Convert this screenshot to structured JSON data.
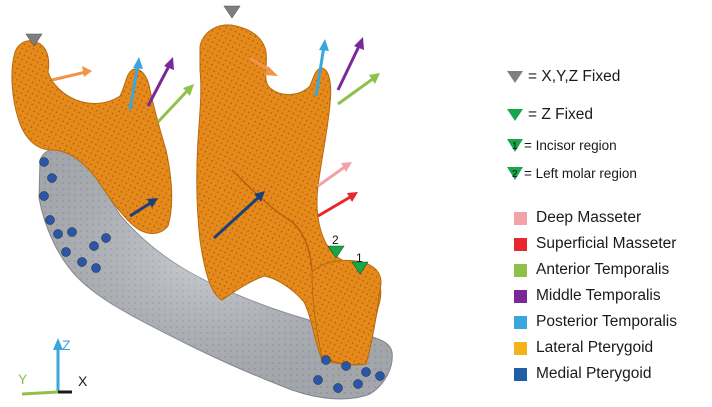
{
  "boundary_conditions": [
    {
      "symbol": "triangle-grey-icon",
      "label": "= X,Y,Z Fixed",
      "color": "#7f7f7f"
    },
    {
      "symbol": "triangle-green-icon",
      "label": "= Z Fixed",
      "color": "#18a64a"
    },
    {
      "symbol": "triangle-green-1-icon",
      "label": "= Incisor region",
      "marker": "1",
      "color": "#18a64a"
    },
    {
      "symbol": "triangle-green-2-icon",
      "label": "= Left molar region",
      "marker": "2",
      "color": "#18a64a"
    }
  ],
  "muscles": [
    {
      "label": "Deep Masseter",
      "color": "#f2a3a8"
    },
    {
      "label": "Superficial Masseter",
      "color": "#e8262b"
    },
    {
      "label": "Anterior Temporalis",
      "color": "#8fc04a"
    },
    {
      "label": "Middle Temporalis",
      "color": "#7a2a96"
    },
    {
      "label": "Posterior Temporalis",
      "color": "#3aa6dc"
    },
    {
      "label": "Lateral Pterygoid",
      "color": "#f5b21c"
    },
    {
      "label": "Medial Pterygoid",
      "color": "#1f5fa5"
    }
  ],
  "model": {
    "mesh_color": "#e58a1a",
    "bone_color": "#b8bcc2",
    "markers": [
      "1",
      "2"
    ]
  },
  "axes": {
    "x": "X",
    "y": "Y",
    "z": "Z"
  }
}
